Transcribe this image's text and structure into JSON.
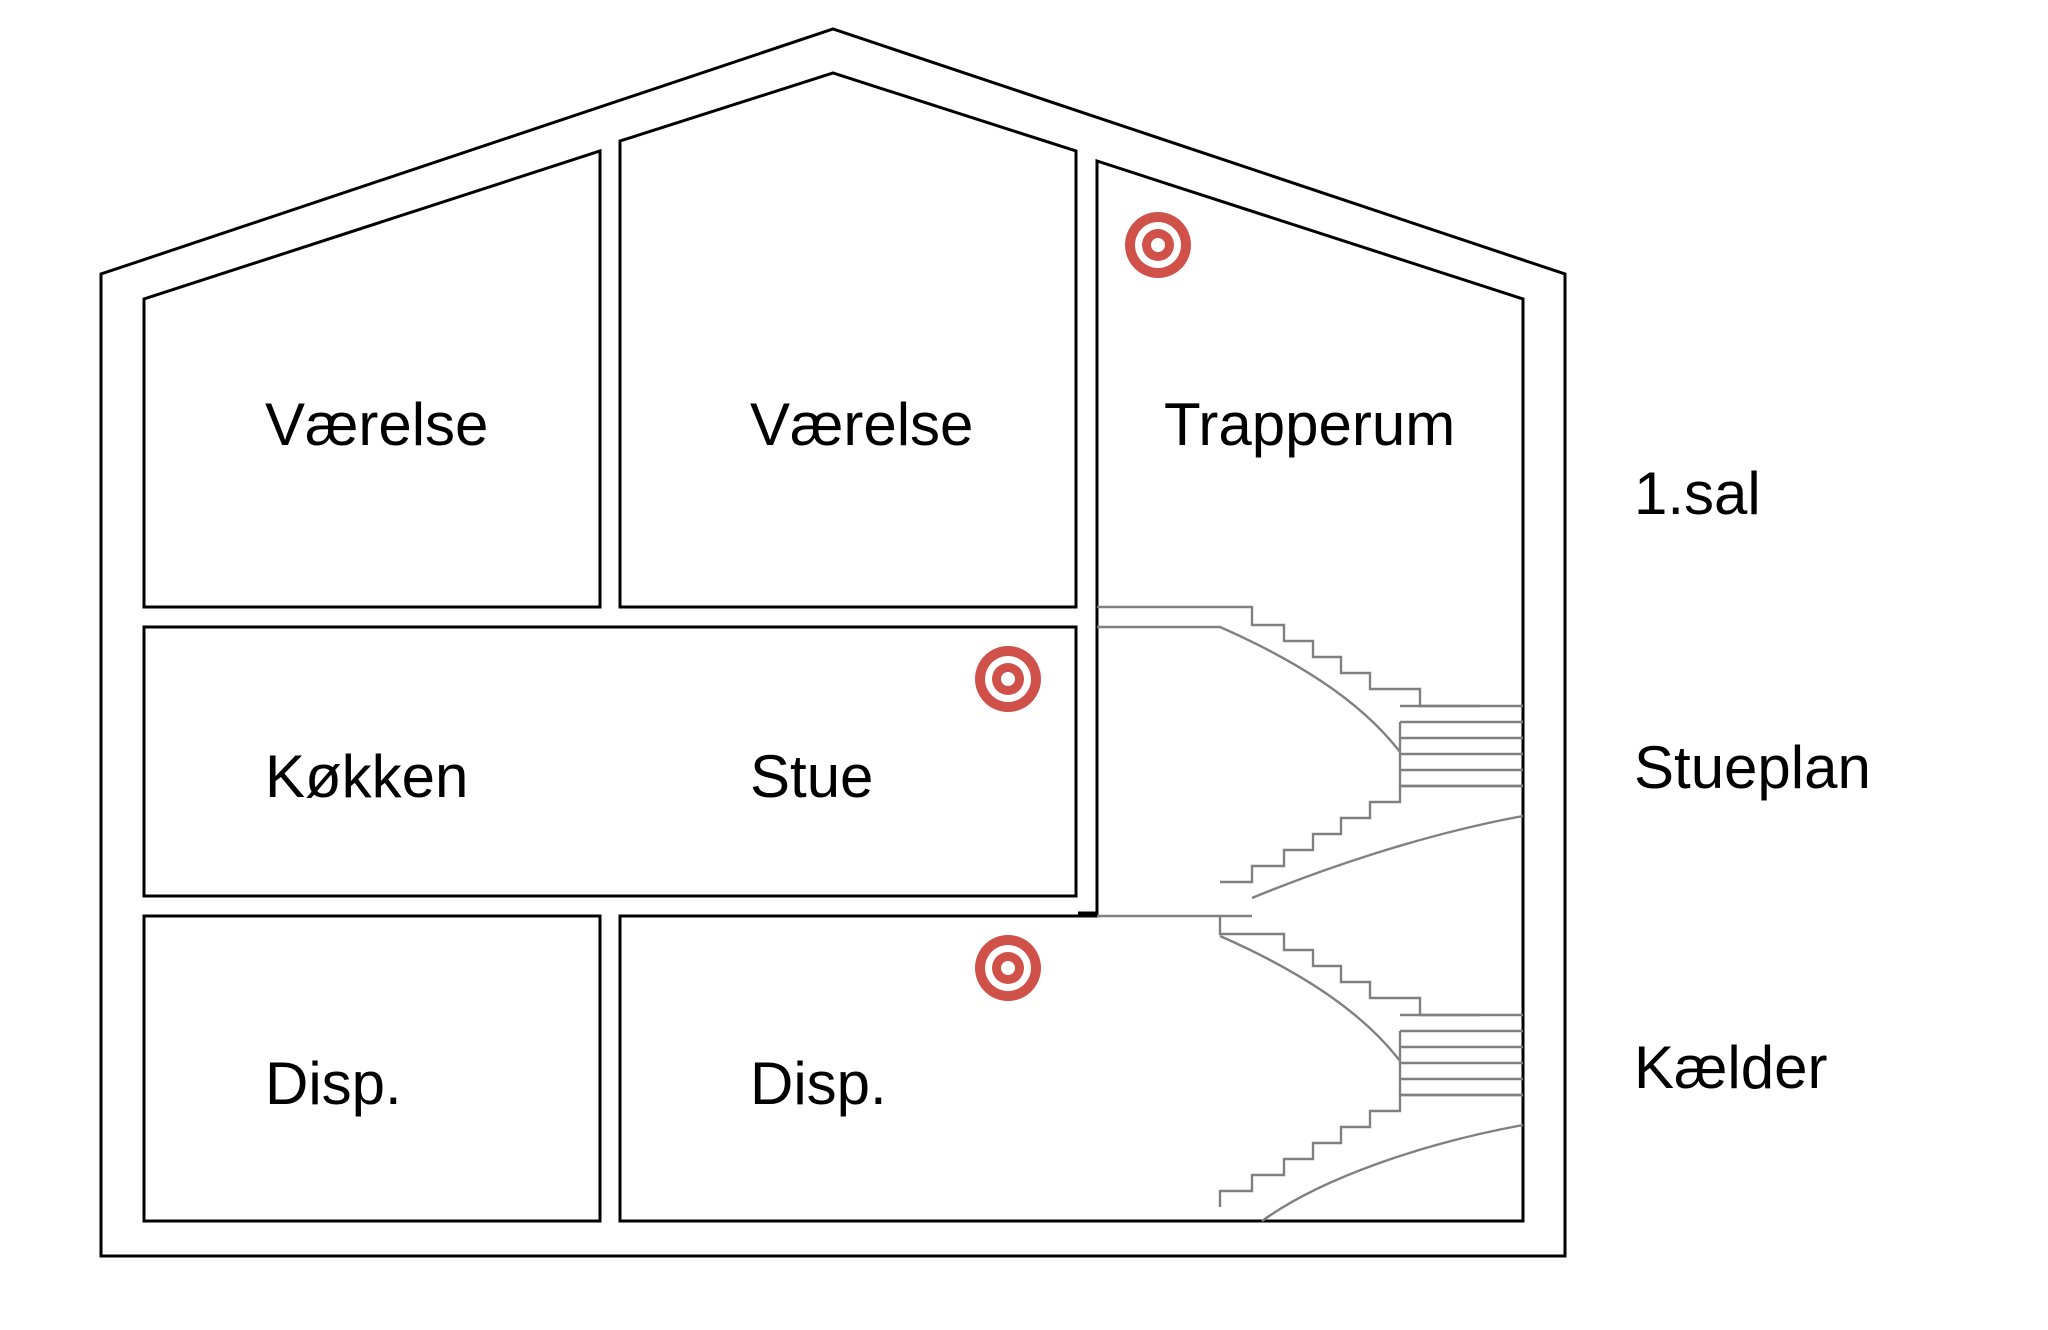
{
  "colors": {
    "lines": "#000000",
    "stairs": "#808080",
    "detector": "#d0504a",
    "background": "#ffffff"
  },
  "rooms": {
    "vaerelse_left": "Værelse",
    "vaerelse_right": "Værelse",
    "trapperum": "Trapperum",
    "koekken": "Køkken",
    "stue": "Stue",
    "disp_left": "Disp.",
    "disp_right": "Disp."
  },
  "floors": {
    "first": "1.sal",
    "ground": "Stueplan",
    "basement": "Kælder"
  },
  "icons": {
    "detector": "target-icon"
  }
}
